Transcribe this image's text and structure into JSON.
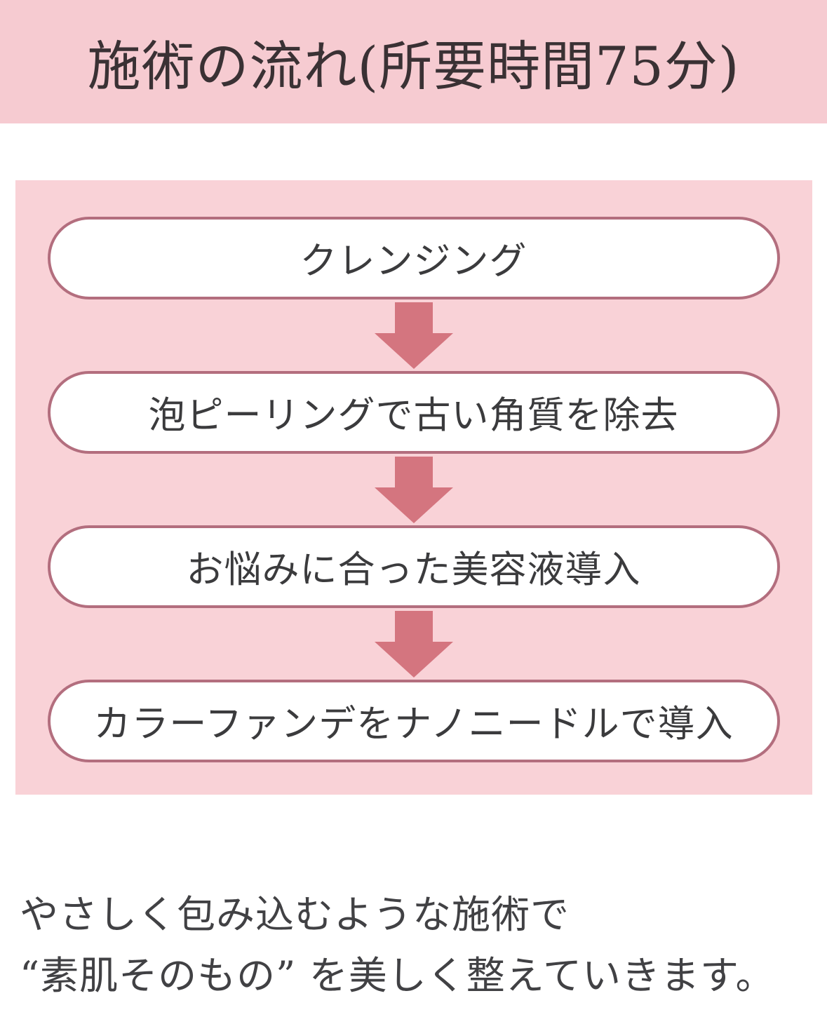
{
  "title": "施術の流れ(所要時間75分)",
  "steps": [
    {
      "label": "クレンジング"
    },
    {
      "label": "泡ピーリングで古い角質を除去"
    },
    {
      "label": "お悩みに合った美容液導入"
    },
    {
      "label": "カラーファンデをナノニードルで導入"
    }
  ],
  "footer": {
    "line1": "やさしく包み込むような施術で",
    "line2": "“素肌そのもの” を美しく整えていきます。"
  },
  "colors": {
    "banner": "#f6cbd1",
    "panel": "#f9d2d7",
    "pill_border": "#b36e7e",
    "pill_bg": "#ffffff",
    "arrow": "#d4757f",
    "title": "#3a3134",
    "step": "#3b3b3d",
    "footer": "#414144"
  }
}
